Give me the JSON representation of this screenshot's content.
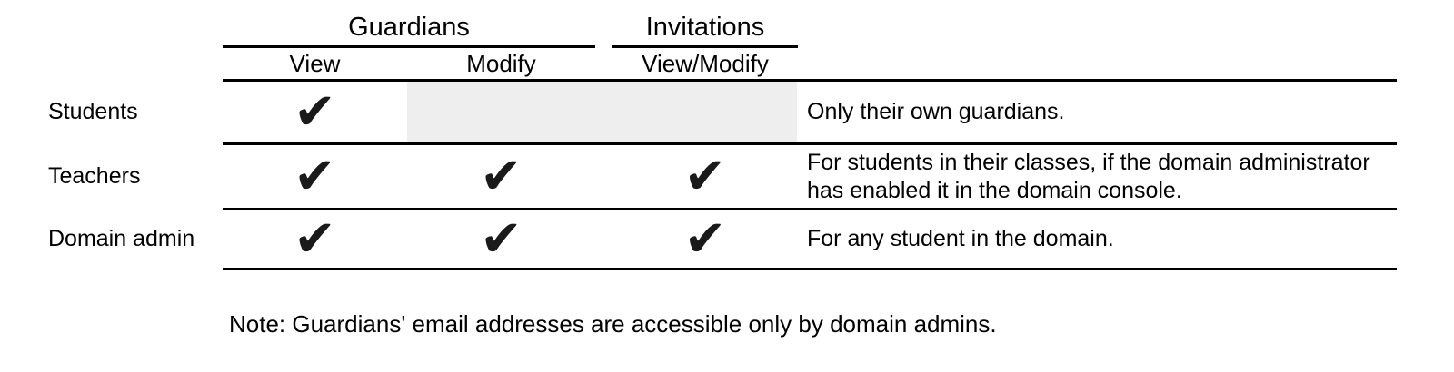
{
  "table": {
    "column_groups": [
      {
        "label": "Guardians",
        "columns": [
          "View",
          "Modify"
        ]
      },
      {
        "label": "Invitations",
        "columns": [
          "View/Modify"
        ]
      }
    ],
    "columns": {
      "view": "View",
      "modify": "Modify",
      "view_modify": "View/Modify"
    },
    "rows": [
      {
        "role": "Students",
        "guardians_view": true,
        "guardians_modify": false,
        "invitations_view_modify": false,
        "disabled_cells_shaded": true,
        "note": "Only their own guardians."
      },
      {
        "role": "Teachers",
        "guardians_view": true,
        "guardians_modify": true,
        "invitations_view_modify": true,
        "disabled_cells_shaded": false,
        "note": "For students in their classes, if the domain administrator has enabled it in the domain console."
      },
      {
        "role": "Domain admin",
        "guardians_view": true,
        "guardians_modify": true,
        "invitations_view_modify": true,
        "disabled_cells_shaded": false,
        "note": "For any student in the domain."
      }
    ]
  },
  "footnote": "Note: Guardians' email addresses are accessible only by domain admins.",
  "icons": {
    "check": "✔"
  },
  "colors": {
    "background": "#ffffff",
    "text": "#000000",
    "rule": "#000000",
    "check": "#1a1a1a",
    "disabled_cell_bg": "#eeeeee"
  }
}
